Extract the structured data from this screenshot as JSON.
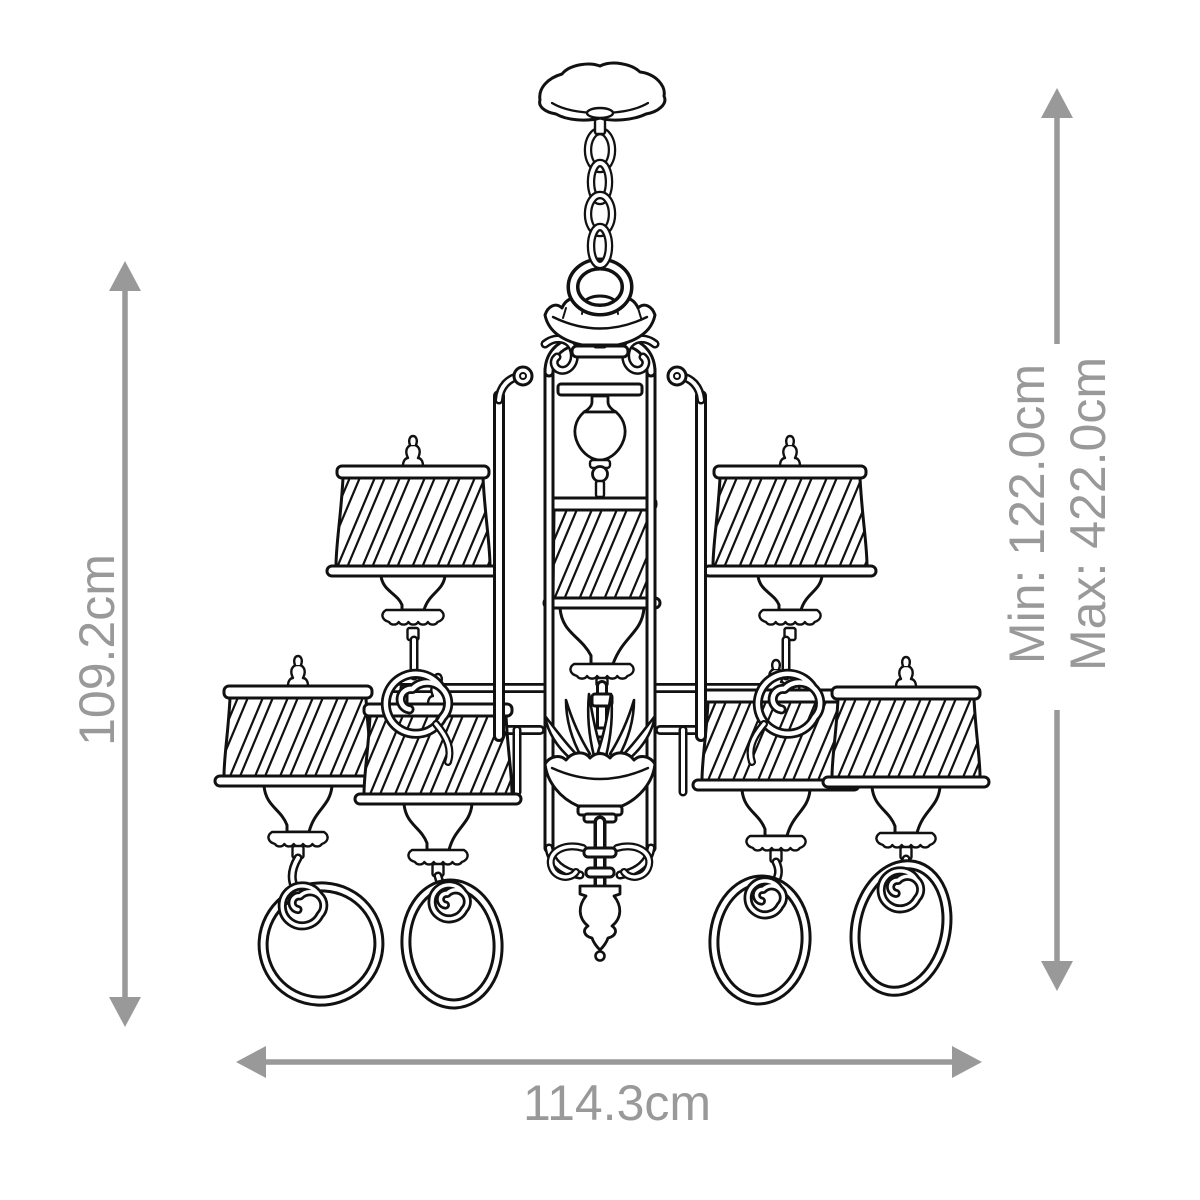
{
  "page": {
    "background": "#ffffff"
  },
  "diagram": {
    "subject": "Two-tier nine-light chandelier line drawing with pleated drum shades, scroll arms, chain suspension and ceiling canopy",
    "style": "black-and-white technical product drawing",
    "ink_color": "#111111"
  },
  "dimensions": {
    "color": "#999999",
    "height": {
      "label": "109.2cm",
      "side": "left",
      "orientation": "vertical"
    },
    "width": {
      "label": "114.3cm",
      "side": "bottom",
      "orientation": "horizontal"
    },
    "suspension_drop": {
      "min_label": "Min: 122.0cm",
      "max_label": "Max: 422.0cm",
      "side": "right",
      "orientation": "vertical"
    }
  }
}
